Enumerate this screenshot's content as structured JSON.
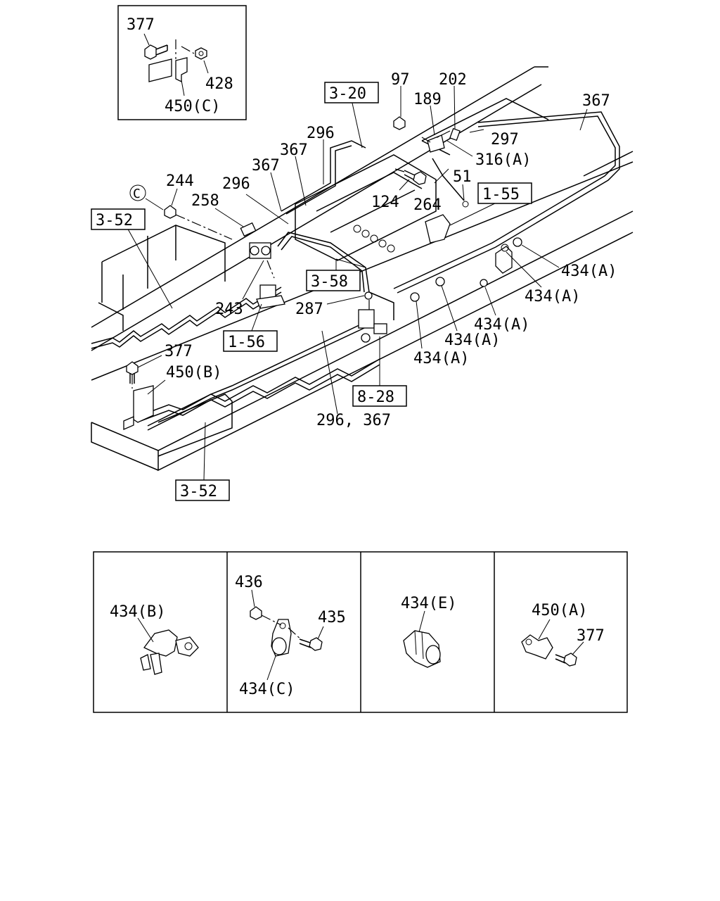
{
  "labels": {
    "inset_377": "377",
    "inset_428": "428",
    "inset_450c": "450(C)",
    "ref_3_20": "3-20",
    "n97": "97",
    "n202": "202",
    "n189": "189",
    "n367_top": "367",
    "n297": "297",
    "n316a": "316(A)",
    "n296_a": "296",
    "n367_a": "367",
    "n367_b": "367",
    "n296_b": "296",
    "n244": "244",
    "circle_c": "C",
    "n258": "258",
    "ref_3_52_a": "3-52",
    "n124": "124",
    "n264": "264",
    "n51": "51",
    "ref_1_55": "1-55",
    "n434a_1": "434(A)",
    "n434a_2": "434(A)",
    "n434a_3": "434(A)",
    "n434a_4": "434(A)",
    "n434a_5": "434(A)",
    "ref_3_58": "3-58",
    "n243": "243",
    "n287": "287",
    "ref_1_56": "1-56",
    "n377_b": "377",
    "n450b": "450(B)",
    "ref_8_28": "8-28",
    "n296_367": "296, 367",
    "ref_3_52_b": "3-52",
    "p1_434b": "434(B)",
    "p2_436": "436",
    "p2_435": "435",
    "p2_434c": "434(C)",
    "p3_434e": "434(E)",
    "p4_450a": "450(A)",
    "p4_377": "377"
  }
}
